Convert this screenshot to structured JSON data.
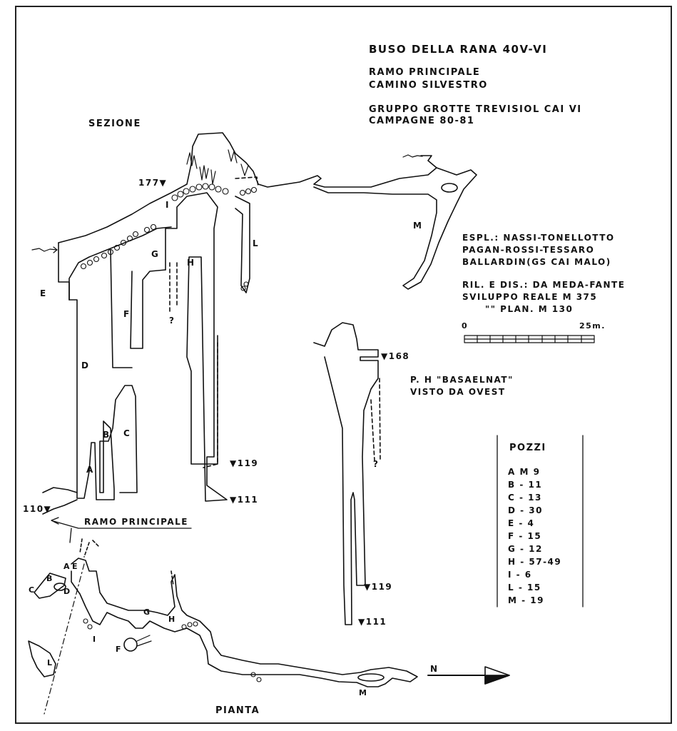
{
  "header": {
    "line1": "BUSO DELLA RANA    40V-VI",
    "line2": "RAMO PRINCIPALE",
    "line3": "CAMINO SILVESTRO",
    "line4": "GRUPPO GROTTE TREVISIOL CAI VI",
    "line5": "CAMPAGNE 80-81"
  },
  "titles": {
    "sezione": "SEZIONE",
    "pianta": "PIANTA",
    "ramo": "RAMO PRINCIPALE",
    "north": "N"
  },
  "credits": {
    "l1": "ESPL.: NASSI-TONELLOTTO",
    "l2": "PAGAN-ROSSI-TESSARO",
    "l3": "BALLARDIN(GS CAI MALO)",
    "l4": "RIL. E DIS.: DA MEDA-FANTE",
    "l5": "SVILUPPO REALE M 375",
    "l6": "\"\"        PLAN. M 130"
  },
  "scale": {
    "start": "0",
    "end": "25m."
  },
  "ovest": {
    "l1": "P. H \"BASAELNAT\"",
    "l2": "VISTO DA OVEST"
  },
  "depths": {
    "d177": "177▼",
    "d110": "110▼",
    "d119a": "▼119",
    "d111a": "▼111",
    "d168": "▼168",
    "d119b": "▼119",
    "d111b": "▼111"
  },
  "section_labels": {
    "A": "A",
    "B": "B",
    "C": "C",
    "D": "D",
    "E": "E",
    "F": "F",
    "G": "G",
    "H": "H",
    "I": "I",
    "L": "L",
    "M": "M",
    "Q1": "?",
    "Q2": "?"
  },
  "plan_labels": {
    "A": "A",
    "B": "B",
    "C": "C",
    "D": "D",
    "E": "E",
    "F": "F",
    "G": "G",
    "H": "H",
    "I": "I",
    "L": "L",
    "M": "M"
  },
  "pozzi": {
    "title": "POZZI",
    "rows": [
      "A M 9",
      "B - 11",
      "C - 13",
      "D - 30",
      "E -  4",
      "F - 15",
      "G - 12",
      "H - 57-49",
      "I - 6",
      "L - 15",
      "M - 19"
    ]
  }
}
